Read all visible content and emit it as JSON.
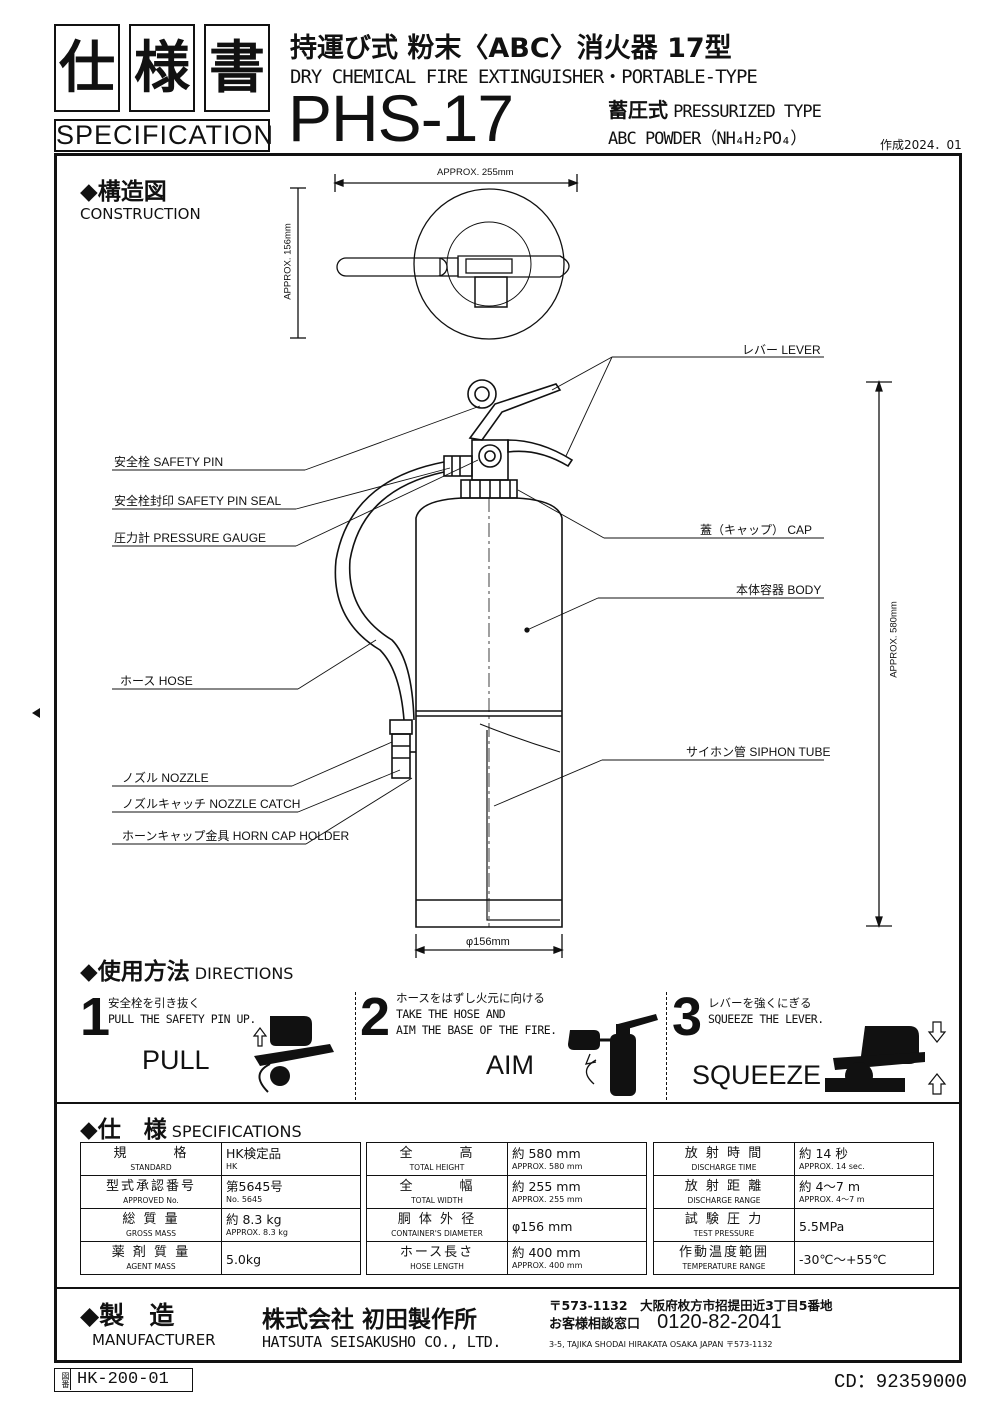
{
  "header": {
    "title_kanji": [
      "仕",
      "様",
      "書"
    ],
    "spec_label": "SPECIFICATION",
    "title_jp": "持運び式 粉末〈ABC〉消火器 17型",
    "title_en": "DRY CHEMICAL FIRE EXTINGUISHER・PORTABLE-TYPE",
    "model": "PHS-17",
    "type_jp": "蓄圧式",
    "type_en": "PRESSURIZED TYPE",
    "powder": "ABC POWDER（NH₄H₂PO₄）",
    "created": "作成2024．01"
  },
  "construction": {
    "title": "◆構造図",
    "subtitle": "CONSTRUCTION",
    "dim_width": "APPROX. 255mm",
    "dim_depth": "APPROX. 156mm",
    "dim_height": "APPROX. 580mm",
    "dim_diameter": "φ156mm",
    "labels": {
      "lever": "レバー LEVER",
      "safety_pin": "安全栓 SAFETY PIN",
      "safety_pin_seal": "安全栓封印 SAFETY PIN SEAL",
      "pressure_gauge": "圧力計 PRESSURE GAUGE",
      "cap": "蓋（キャップ） CAP",
      "body": "本体容器 BODY",
      "hose": "ホース HOSE",
      "siphon": "サイホン管 SIPHON TUBE",
      "nozzle": "ノズル NOZZLE",
      "nozzle_catch": "ノズルキャッチ NOZZLE CATCH",
      "horn_cap": "ホーンキャップ金具 HORN CAP HOLDER"
    }
  },
  "directions": {
    "title": "◆使用方法",
    "subtitle": "DIRECTIONS",
    "steps": [
      {
        "num": "1",
        "jp": "安全栓を引き抜く",
        "en1": "PULL THE SAFETY PIN UP.",
        "en2": "",
        "word": "PULL"
      },
      {
        "num": "2",
        "jp": "ホースをはずし火元に向ける",
        "en1": "TAKE THE HOSE AND",
        "en2": "AIM THE BASE OF THE FIRE.",
        "word": "AIM"
      },
      {
        "num": "3",
        "jp": "レバーを強くにぎる",
        "en1": "SQUEEZE THE LEVER.",
        "en2": "",
        "word": "SQUEEZE"
      }
    ]
  },
  "specifications": {
    "title": "◆仕　様",
    "subtitle": "SPECIFICATIONS",
    "rows": [
      [
        {
          "label_jp": "規　　　格",
          "label_en": "STANDARD",
          "value_jp": "HK検定品",
          "value_en": "HK"
        },
        {
          "label_jp": "全　　　高",
          "label_en": "TOTAL HEIGHT",
          "value_jp": "約 580 mm",
          "value_en": "APPROX. 580 mm"
        },
        {
          "label_jp": "放 射 時 間",
          "label_en": "DISCHARGE TIME",
          "value_jp": "約 14 秒",
          "value_en": "APPROX. 14 sec."
        }
      ],
      [
        {
          "label_jp": "型式承認番号",
          "label_en": "APPROVED No.",
          "value_jp": "第5645号",
          "value_en": "No. 5645"
        },
        {
          "label_jp": "全　　　幅",
          "label_en": "TOTAL WIDTH",
          "value_jp": "約 255 mm",
          "value_en": "APPROX. 255 mm"
        },
        {
          "label_jp": "放 射 距 離",
          "label_en": "DISCHARGE RANGE",
          "value_jp": "約 4～7 m",
          "value_en": "APPROX. 4～7 m"
        }
      ],
      [
        {
          "label_jp": "総 質 量",
          "label_en": "GROSS MASS",
          "value_jp": "約 8.3 kg",
          "value_en": "APPROX. 8.3 kg"
        },
        {
          "label_jp": "胴 体 外 径",
          "label_en": "CONTAINER'S DIAMETER",
          "value_jp": "φ156 mm",
          "value_en": ""
        },
        {
          "label_jp": "試 験 圧 力",
          "label_en": "TEST PRESSURE",
          "value_jp": "5.5MPa",
          "value_en": ""
        }
      ],
      [
        {
          "label_jp": "薬 剤 質 量",
          "label_en": "AGENT MASS",
          "value_jp": "5.0kg",
          "value_en": ""
        },
        {
          "label_jp": "ホース長さ",
          "label_en": "HOSE LENGTH",
          "value_jp": "約 400 mm",
          "value_en": "APPROX. 400 mm"
        },
        {
          "label_jp": "作動温度範囲",
          "label_en": "TEMPERATURE RANGE",
          "value_jp": "-30℃～+55℃",
          "value_en": ""
        }
      ]
    ]
  },
  "manufacturer": {
    "title": "◆製　造",
    "subtitle": "MANUFACTURER",
    "company_jp": "株式会社 初田製作所",
    "company_en": "HATSUTA SEISAKUSHO CO., LTD.",
    "address_jp": "〒573-1132　大阪府枚方市招提田近3丁目5番地",
    "consult_label": "お客様相談窓口",
    "phone": "0120-82-2041",
    "address_en": "3-5, TAJIKA SHODAI HIRAKATA OSAKA JAPAN 〒573-1132"
  },
  "footer": {
    "drawing_label": "図番",
    "drawing_no": "HK-200-01",
    "cd": "CD：92359000"
  }
}
